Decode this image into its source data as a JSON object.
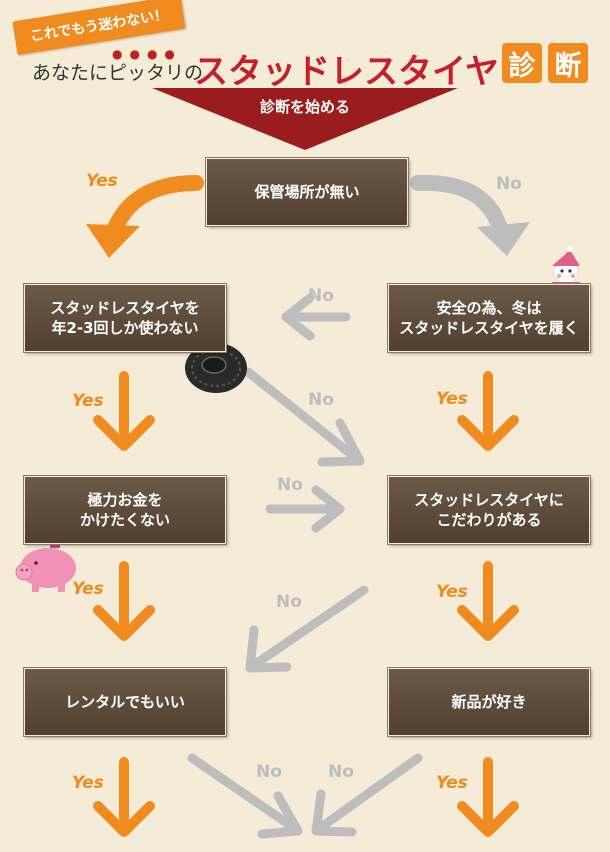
{
  "header": {
    "tag": "これでもう迷わない！",
    "subtitle": "あなたにピッタリの",
    "title": "スタッドレスタイヤ",
    "kanji1": "診",
    "kanji2": "断",
    "start": "診断を始める"
  },
  "boxes": {
    "storage": "保管場所が無い",
    "usage_line1": "スタッドレスタイヤを",
    "usage_line2": "年2-3回しか使わない",
    "safety_line1": "安全の為、冬は",
    "safety_line2": "スタッドレスタイヤを履く",
    "money_line1": "極力お金を",
    "money_line2": "かけたくない",
    "particular_line1": "スタッドレスタイヤに",
    "particular_line2": "こだわりがある",
    "rental": "レンタルでもいい",
    "new_item": "新品が好き"
  },
  "labels": {
    "yes": "Yes",
    "no": "No"
  },
  "colors": {
    "yes_arrow": "#ef8b1f",
    "no_arrow": "#bdbdbd",
    "box": "#5e4d3c",
    "title": "#c5202a",
    "start_banner": "#9b1c1c"
  },
  "icons": [
    "snowman-icon",
    "tire-icon",
    "piggy-bank-icon",
    "sparkle-icon"
  ]
}
